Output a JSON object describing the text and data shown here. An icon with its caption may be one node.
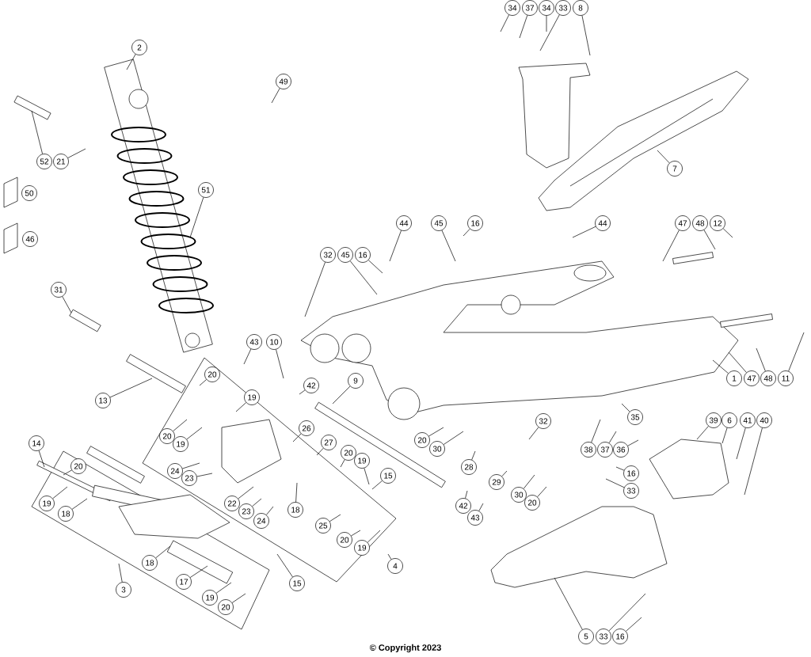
{
  "diagram": {
    "nodes": [
      {
        "text": [
          "2"
        ]
      },
      {
        "text": [
          "34"
        ]
      },
      {
        "text": [
          "37"
        ]
      },
      {
        "text": [
          "34"
        ]
      },
      {
        "text": [
          "33"
        ]
      },
      {
        "text": [
          "8"
        ]
      },
      {
        "text": [
          "49"
        ]
      },
      {
        "text": [
          "52"
        ]
      },
      {
        "text": [
          "21"
        ]
      },
      {
        "text": [
          "7"
        ]
      },
      {
        "text": [
          "51"
        ]
      },
      {
        "text": [
          "44"
        ]
      },
      {
        "text": [
          "45"
        ]
      },
      {
        "text": [
          "16"
        ]
      },
      {
        "text": [
          "44"
        ]
      },
      {
        "text": [
          "47"
        ]
      },
      {
        "text": [
          "48"
        ]
      },
      {
        "text": [
          "12"
        ]
      },
      {
        "text": [
          "32"
        ]
      },
      {
        "text": [
          "45"
        ]
      },
      {
        "text": [
          "16"
        ]
      },
      {
        "text": [
          "31"
        ]
      },
      {
        "text": [
          "43"
        ]
      },
      {
        "text": [
          "10"
        ]
      },
      {
        "text": [
          "20"
        ]
      },
      {
        "text": [
          "1"
        ]
      },
      {
        "text": [
          "47"
        ]
      },
      {
        "text": [
          "48"
        ]
      },
      {
        "text": [
          "11"
        ]
      },
      {
        "text": [
          "9"
        ]
      },
      {
        "text": [
          "42"
        ]
      },
      {
        "text": [
          "19"
        ]
      },
      {
        "text": [
          "13"
        ]
      },
      {
        "text": [
          "32"
        ]
      },
      {
        "text": [
          "35"
        ]
      },
      {
        "text": [
          "39"
        ]
      },
      {
        "text": [
          "6"
        ]
      },
      {
        "text": [
          "41"
        ]
      },
      {
        "text": [
          "40"
        ]
      },
      {
        "text": [
          "26"
        ]
      },
      {
        "text": [
          "20"
        ]
      },
      {
        "text": [
          "19"
        ]
      },
      {
        "text": [
          "20"
        ]
      },
      {
        "text": [
          "27"
        ]
      },
      {
        "text": [
          "14"
        ]
      },
      {
        "text": [
          "30"
        ]
      },
      {
        "text": [
          "38"
        ]
      },
      {
        "text": [
          "37"
        ]
      },
      {
        "text": [
          "36"
        ]
      },
      {
        "text": [
          "20"
        ]
      },
      {
        "text": [
          "19"
        ]
      },
      {
        "text": [
          "20"
        ]
      },
      {
        "text": [
          "28"
        ]
      },
      {
        "text": [
          "24"
        ]
      },
      {
        "text": [
          "23"
        ]
      },
      {
        "text": [
          "16"
        ]
      },
      {
        "text": [
          "15"
        ]
      },
      {
        "text": [
          "29"
        ]
      },
      {
        "text": [
          "33"
        ]
      },
      {
        "text": [
          "30"
        ]
      },
      {
        "text": [
          "20"
        ]
      },
      {
        "text": [
          "19"
        ]
      },
      {
        "text": [
          "22"
        ]
      },
      {
        "text": [
          "42"
        ]
      },
      {
        "text": [
          "18"
        ]
      },
      {
        "text": [
          "23"
        ]
      },
      {
        "text": [
          "18"
        ]
      },
      {
        "text": [
          "43"
        ]
      },
      {
        "text": [
          "24"
        ]
      },
      {
        "text": [
          "25"
        ]
      },
      {
        "text": [
          "20"
        ]
      },
      {
        "text": [
          "19"
        ]
      },
      {
        "text": [
          "18"
        ]
      },
      {
        "text": [
          "4"
        ]
      },
      {
        "text": [
          "17"
        ]
      },
      {
        "text": [
          "15"
        ]
      },
      {
        "text": [
          "3"
        ]
      },
      {
        "text": [
          "19"
        ]
      },
      {
        "text": [
          "20"
        ]
      },
      {
        "text": [
          "5"
        ]
      },
      {
        "text": [
          "33"
        ]
      },
      {
        "text": [
          "16"
        ]
      },
      {
        "text": [
          "50"
        ]
      },
      {
        "text": [
          "46"
        ]
      }
    ],
    "edges": [
      {
        "from": 0,
        "to": null,
        "arrow": "none"
      },
      {
        "from": 1,
        "to": null,
        "arrow": "none"
      },
      {
        "from": 2,
        "to": null,
        "arrow": "none"
      },
      {
        "from": 3,
        "to": null,
        "arrow": "none"
      },
      {
        "from": 4,
        "to": null,
        "arrow": "none"
      },
      {
        "from": 5,
        "to": null,
        "arrow": "none"
      },
      {
        "from": 6,
        "to": null,
        "arrow": "none"
      },
      {
        "from": 7,
        "to": null,
        "arrow": "none"
      },
      {
        "from": 8,
        "to": null,
        "arrow": "none"
      },
      {
        "from": 9,
        "to": null,
        "arrow": "none"
      },
      {
        "from": 10,
        "to": null,
        "arrow": "none"
      },
      {
        "from": 11,
        "to": null,
        "arrow": "none"
      },
      {
        "from": 12,
        "to": null,
        "arrow": "none"
      },
      {
        "from": 13,
        "to": null,
        "arrow": "none"
      },
      {
        "from": 14,
        "to": null,
        "arrow": "none"
      },
      {
        "from": 15,
        "to": null,
        "arrow": "none"
      },
      {
        "from": 16,
        "to": null,
        "arrow": "none"
      },
      {
        "from": 17,
        "to": null,
        "arrow": "none"
      },
      {
        "from": 18,
        "to": null,
        "arrow": "none"
      },
      {
        "from": 19,
        "to": null,
        "arrow": "none"
      },
      {
        "from": 20,
        "to": null,
        "arrow": "none"
      },
      {
        "from": 21,
        "to": null,
        "arrow": "none"
      },
      {
        "from": 22,
        "to": null,
        "arrow": "none"
      },
      {
        "from": 23,
        "to": null,
        "arrow": "none"
      },
      {
        "from": 24,
        "to": null,
        "arrow": "none"
      },
      {
        "from": 25,
        "to": null,
        "arrow": "none"
      },
      {
        "from": 26,
        "to": null,
        "arrow": "none"
      },
      {
        "from": 27,
        "to": null,
        "arrow": "none"
      },
      {
        "from": 28,
        "to": null,
        "arrow": "none"
      },
      {
        "from": 29,
        "to": null,
        "arrow": "none"
      },
      {
        "from": 30,
        "to": null,
        "arrow": "none"
      },
      {
        "from": 31,
        "to": null,
        "arrow": "none"
      },
      {
        "from": 32,
        "to": null,
        "arrow": "none"
      },
      {
        "from": 33,
        "to": null,
        "arrow": "none"
      },
      {
        "from": 34,
        "to": null,
        "arrow": "none"
      },
      {
        "from": 35,
        "to": null,
        "arrow": "none"
      },
      {
        "from": 36,
        "to": null,
        "arrow": "none"
      },
      {
        "from": 37,
        "to": null,
        "arrow": "none"
      },
      {
        "from": 38,
        "to": null,
        "arrow": "none"
      },
      {
        "from": 39,
        "to": null,
        "arrow": "none"
      },
      {
        "from": 40,
        "to": null,
        "arrow": "none"
      },
      {
        "from": 41,
        "to": null,
        "arrow": "none"
      },
      {
        "from": 42,
        "to": null,
        "arrow": "none"
      },
      {
        "from": 43,
        "to": null,
        "arrow": "none"
      },
      {
        "from": 44,
        "to": null,
        "arrow": "none"
      },
      {
        "from": 45,
        "to": null,
        "arrow": "none"
      },
      {
        "from": 46,
        "to": null,
        "arrow": "none"
      },
      {
        "from": 47,
        "to": null,
        "arrow": "none"
      },
      {
        "from": 48,
        "to": null,
        "arrow": "none"
      },
      {
        "from": 49,
        "to": null,
        "arrow": "none"
      },
      {
        "from": 50,
        "to": null,
        "arrow": "none"
      },
      {
        "from": 51,
        "to": null,
        "arrow": "none"
      },
      {
        "from": 52,
        "to": null,
        "arrow": "none"
      },
      {
        "from": 53,
        "to": null,
        "arrow": "none"
      },
      {
        "from": 54,
        "to": null,
        "arrow": "none"
      },
      {
        "from": 55,
        "to": null,
        "arrow": "none"
      },
      {
        "from": 56,
        "to": null,
        "arrow": "none"
      },
      {
        "from": 57,
        "to": null,
        "arrow": "none"
      },
      {
        "from": 58,
        "to": null,
        "arrow": "none"
      },
      {
        "from": 59,
        "to": null,
        "arrow": "none"
      },
      {
        "from": 60,
        "to": null,
        "arrow": "none"
      },
      {
        "from": 61,
        "to": null,
        "arrow": "none"
      },
      {
        "from": 62,
        "to": null,
        "arrow": "none"
      },
      {
        "from": 63,
        "to": null,
        "arrow": "none"
      },
      {
        "from": 64,
        "to": null,
        "arrow": "none"
      },
      {
        "from": 65,
        "to": null,
        "arrow": "none"
      },
      {
        "from": 66,
        "to": null,
        "arrow": "none"
      },
      {
        "from": 67,
        "to": null,
        "arrow": "none"
      },
      {
        "from": 68,
        "to": null,
        "arrow": "none"
      },
      {
        "from": 69,
        "to": null,
        "arrow": "none"
      },
      {
        "from": 70,
        "to": null,
        "arrow": "none"
      },
      {
        "from": 71,
        "to": null,
        "arrow": "none"
      },
      {
        "from": 72,
        "to": null,
        "arrow": "none"
      },
      {
        "from": 73,
        "to": null,
        "arrow": "none"
      },
      {
        "from": 74,
        "to": null,
        "arrow": "none"
      },
      {
        "from": 75,
        "to": null,
        "arrow": "none"
      },
      {
        "from": 76,
        "to": null,
        "arrow": "none"
      },
      {
        "from": 77,
        "to": null,
        "arrow": "none"
      },
      {
        "from": 78,
        "to": null,
        "arrow": "none"
      },
      {
        "from": 79,
        "to": null,
        "arrow": "none"
      },
      {
        "from": 80,
        "to": null,
        "arrow": "none"
      },
      {
        "from": 81,
        "to": null,
        "arrow": "none"
      }
    ],
    "labels": [
      "© Copyright 2023"
    ]
  }
}
